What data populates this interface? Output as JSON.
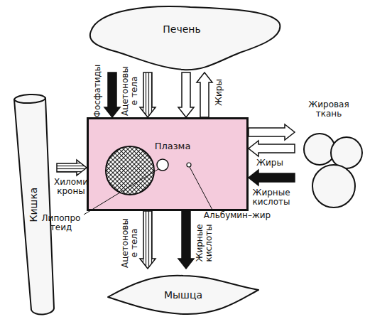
{
  "diagram": {
    "nodes": [
      {
        "text": [
          "Печень"
        ]
      },
      {
        "text": [
          "Кишка"
        ]
      },
      {
        "text": [
          "Плазма"
        ]
      },
      {
        "text": [
          "Жировая ткань"
        ]
      },
      {
        "text": [
          "Мышца"
        ]
      }
    ],
    "edges": [
      {
        "from": 0,
        "to": 2,
        "arrow": "to",
        "label": "Фосфатиды"
      },
      {
        "from": 0,
        "to": 2,
        "arrow": "to",
        "label": "Ацетоновые тела"
      },
      {
        "from": 0,
        "to": 2,
        "arrow": "to"
      },
      {
        "from": 2,
        "to": 0,
        "arrow": "to",
        "label": "Жиры"
      },
      {
        "from": 1,
        "to": 2,
        "arrow": "to",
        "label": "Хиломикроны"
      },
      {
        "from": 2,
        "to": 3,
        "arrow": "to"
      },
      {
        "from": 3,
        "to": 2,
        "arrow": "to",
        "label": "Жиры"
      },
      {
        "from": 3,
        "to": 2,
        "arrow": "to",
        "label": "Жирные кислоты"
      },
      {
        "from": 2,
        "to": 4,
        "arrow": "to",
        "label": "Ацетоновые тела"
      },
      {
        "from": 2,
        "to": 4,
        "arrow": "to",
        "label": "Жирные кислоты"
      }
    ],
    "labels": [
      "Липопротеид",
      "Альбумин–жир"
    ]
  }
}
